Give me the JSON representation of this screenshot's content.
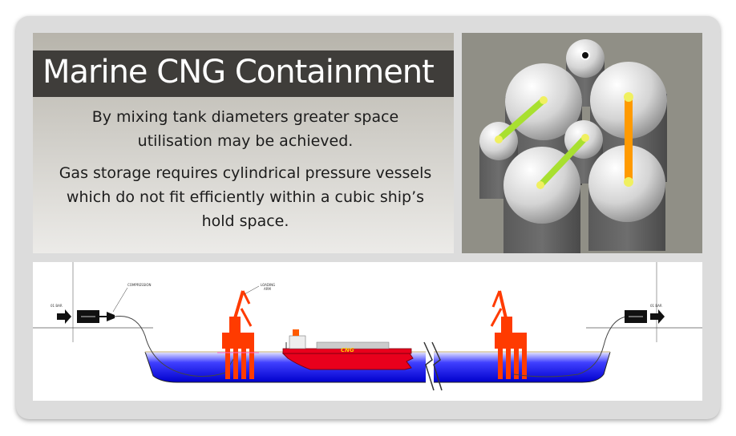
{
  "slide": {
    "title": "Marine CNG Containment",
    "paragraph_1": "By mixing tank diameters greater space utilisation may be achieved.",
    "paragraph_2": "Gas storage requires cylindrical pressure vessels which do not fit efficiently within a cubic ship’s hold space."
  },
  "diagram": {
    "label_left_pressure": "01 BAR",
    "label_compression": "COMPRESSION",
    "label_loading_arm_1": "LOADING",
    "label_loading_arm_2": "ARM",
    "label_right_pressure": "01 BAR",
    "ship_label": "CNG"
  },
  "colors": {
    "title_bar": "#3f3d3a",
    "crane": "#ff3b00",
    "ship_hull": "#e8001c",
    "water": "#1a1ad8",
    "pipe_green": "#a8e030",
    "pipe_orange": "#ff9a00"
  }
}
